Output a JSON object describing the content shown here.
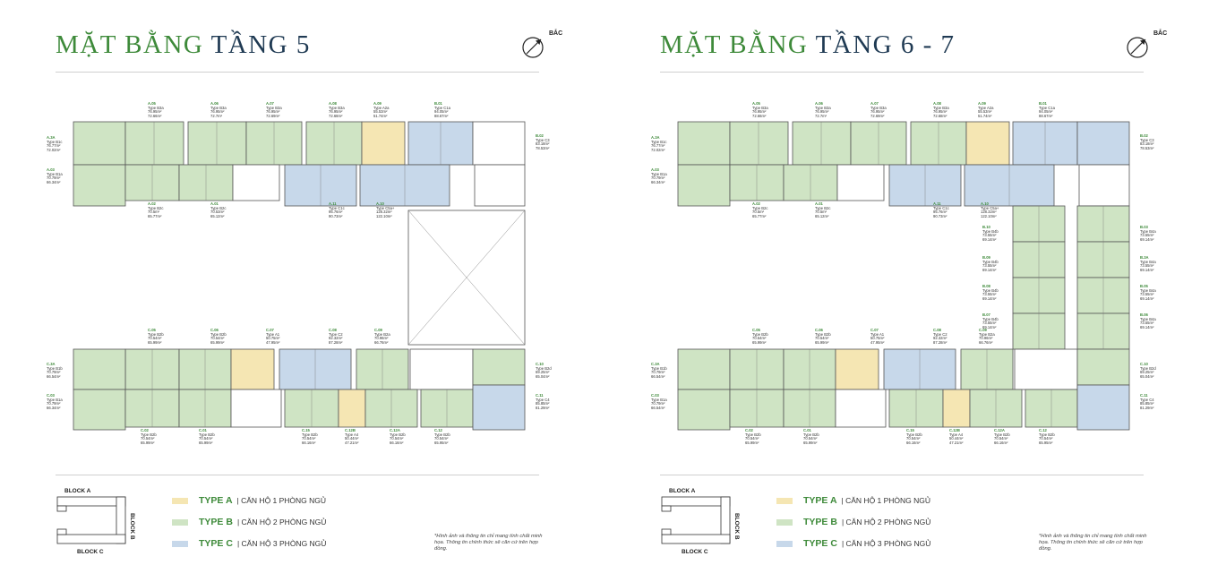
{
  "panels": [
    {
      "title_green": "MẶT BẰNG ",
      "title_dark": "TẦNG 5",
      "compass_label": "BẮC",
      "units": [
        {
          "code": "A.05",
          "lines": [
            "Type B3a",
            "76.95m²",
            "72.66m²"
          ]
        },
        {
          "code": "A.06",
          "lines": [
            "Type B3a",
            "76.95m²",
            "72.7m²"
          ]
        },
        {
          "code": "A.07",
          "lines": [
            "Type B3a",
            "76.95m²",
            "72.69m²"
          ]
        },
        {
          "code": "A.08",
          "lines": [
            "Type B3a",
            "76.95m²",
            "72.68m²"
          ]
        },
        {
          "code": "A.09",
          "lines": [
            "Type A2a",
            "55.53m²",
            "51.74m²"
          ]
        },
        {
          "code": "B.01",
          "lines": [
            "Type C1a",
            "94.05m²",
            "88.67m²"
          ]
        },
        {
          "code": "B.02",
          "lines": [
            "Type C3",
            "83.18m²",
            "78.53m²"
          ]
        },
        {
          "code": "A.3A",
          "lines": [
            "Type B1c",
            "76.77m²",
            "72.02m²"
          ]
        },
        {
          "code": "A.03",
          "lines": [
            "Type B1a",
            "70.79m²",
            "66.34m²"
          ]
        },
        {
          "code": "A.02",
          "lines": [
            "Type B2c",
            "70.5m²",
            "65.77m²"
          ]
        },
        {
          "code": "A.01",
          "lines": [
            "Type B2c",
            "70.53m²",
            "65.12m²"
          ]
        },
        {
          "code": "A.11",
          "lines": [
            "Type C1c",
            "95.76m²",
            "90.73m²"
          ]
        },
        {
          "code": "A.10",
          "lines": [
            "Type C5a+",
            "128.32m²",
            "122.10m²"
          ]
        },
        {
          "code": "C.05",
          "lines": [
            "Type B2b",
            "70.54m²",
            "65.99m²"
          ]
        },
        {
          "code": "C.06",
          "lines": [
            "Type B2b",
            "70.54m²",
            "65.99m²"
          ]
        },
        {
          "code": "C.07",
          "lines": [
            "Type A1",
            "50.75m²",
            "47.95m²"
          ]
        },
        {
          "code": "C.08",
          "lines": [
            "Type C2",
            "92.32m²",
            "87.28m²"
          ]
        },
        {
          "code": "C.09",
          "lines": [
            "Type B2a",
            "70.96m²",
            "66.76m²"
          ]
        },
        {
          "code": "C.3A",
          "lines": [
            "Type B1b",
            "70.79m²",
            "66.54m²"
          ]
        },
        {
          "code": "C.03",
          "lines": [
            "Type B1a",
            "70.79m²",
            "66.34m²"
          ]
        },
        {
          "code": "C.10",
          "lines": [
            "Type B2d",
            "69.25m²",
            "65.04m²"
          ]
        },
        {
          "code": "C.11",
          "lines": [
            "Type C4",
            "85.85m²",
            "81.29m²"
          ]
        },
        {
          "code": "C.02",
          "lines": [
            "Type B2b",
            "70.54m²",
            "65.99m²"
          ]
        },
        {
          "code": "C.01",
          "lines": [
            "Type B2b",
            "70.54m²",
            "65.99m²"
          ]
        },
        {
          "code": "C.15",
          "lines": [
            "Type B2b",
            "70.54m²",
            "66.16m²"
          ]
        },
        {
          "code": "C.12B",
          "lines": [
            "Type A4",
            "50.44m²",
            "47.21m²"
          ]
        },
        {
          "code": "C.12A",
          "lines": [
            "Type B2b",
            "70.54m²",
            "66.16m²"
          ]
        },
        {
          "code": "C.12",
          "lines": [
            "Type B2b",
            "70.54m²",
            "65.95m²"
          ]
        }
      ],
      "legend": {
        "block_a": "BLOCK A",
        "block_b": "BLOCK B",
        "block_c": "BLOCK C",
        "rows": [
          {
            "type": "TYPE A",
            "desc": "| CĂN HỘ 1 PHÒNG NGỦ",
            "color": "#f5e6b3"
          },
          {
            "type": "TYPE B",
            "desc": "| CĂN HỘ 2 PHÒNG NGỦ",
            "color": "#cfe4c4"
          },
          {
            "type": "TYPE C",
            "desc": "| CĂN HỘ 3 PHÒNG NGỦ",
            "color": "#c7d8ea"
          }
        ],
        "note": "*Hình ảnh và thông tin chỉ mang tính chất minh họa. Thông tin chính thức sẽ căn cứ trên hợp đồng."
      }
    },
    {
      "title_green": "MẶT BẰNG ",
      "title_dark": "TẦNG 6 - 7",
      "compass_label": "BẮC",
      "units": [
        {
          "code": "A.05",
          "lines": [
            "Type B3a",
            "76.95m²",
            "72.66m²"
          ]
        },
        {
          "code": "A.06",
          "lines": [
            "Type B3a",
            "76.95m²",
            "72.7m²"
          ]
        },
        {
          "code": "A.07",
          "lines": [
            "Type B3a",
            "76.95m²",
            "72.69m²"
          ]
        },
        {
          "code": "A.08",
          "lines": [
            "Type B3a",
            "76.95m²",
            "72.68m²"
          ]
        },
        {
          "code": "A.09",
          "lines": [
            "Type A2a",
            "55.53m²",
            "51.74m²"
          ]
        },
        {
          "code": "B.01",
          "lines": [
            "Type C1a",
            "94.05m²",
            "88.67m²"
          ]
        },
        {
          "code": "B.02",
          "lines": [
            "Type C3",
            "83.18m²",
            "78.53m²"
          ]
        },
        {
          "code": "A.3A",
          "lines": [
            "Type B1c",
            "76.77m²",
            "72.02m²"
          ]
        },
        {
          "code": "A.03",
          "lines": [
            "Type B1a",
            "70.79m²",
            "66.34m²"
          ]
        },
        {
          "code": "A.02",
          "lines": [
            "Type B2c",
            "70.5m²",
            "65.77m²"
          ]
        },
        {
          "code": "A.01",
          "lines": [
            "Type B2c",
            "70.5m²",
            "65.12m²"
          ]
        },
        {
          "code": "A.11",
          "lines": [
            "Type C1c",
            "95.76m²",
            "90.73m²"
          ]
        },
        {
          "code": "A.10",
          "lines": [
            "Type C5a+",
            "128.32m²",
            "122.10m²"
          ]
        },
        {
          "code": "B.10",
          "lines": [
            "Type B4b",
            "73.55m²",
            "69.14m²"
          ]
        },
        {
          "code": "B.09",
          "lines": [
            "Type B4b",
            "73.55m²",
            "69.14m²"
          ]
        },
        {
          "code": "B.08",
          "lines": [
            "Type B4b",
            "73.55m²",
            "69.14m²"
          ]
        },
        {
          "code": "B.07",
          "lines": [
            "Type B4b",
            "73.55m²",
            "69.14m²"
          ]
        },
        {
          "code": "B.03",
          "lines": [
            "Type B4a",
            "73.55m²",
            "69.14m²"
          ]
        },
        {
          "code": "B.3A",
          "lines": [
            "Type B4a",
            "73.55m²",
            "69.14m²"
          ]
        },
        {
          "code": "B.05",
          "lines": [
            "Type B4a",
            "73.55m²",
            "69.14m²"
          ]
        },
        {
          "code": "B.06",
          "lines": [
            "Type B4a",
            "73.55m²",
            "69.14m²"
          ]
        },
        {
          "code": "C.05",
          "lines": [
            "Type B2b",
            "70.54m²",
            "65.99m²"
          ]
        },
        {
          "code": "C.06",
          "lines": [
            "Type B2b",
            "70.54m²",
            "65.99m²"
          ]
        },
        {
          "code": "C.07",
          "lines": [
            "Type A1",
            "50.75m²",
            "47.95m²"
          ]
        },
        {
          "code": "C.08",
          "lines": [
            "Type C2",
            "92.32m²",
            "87.28m²"
          ]
        },
        {
          "code": "C.09",
          "lines": [
            "Type B2a",
            "70.96m²",
            "66.76m²"
          ]
        },
        {
          "code": "C.3A",
          "lines": [
            "Type B1b",
            "70.79m²",
            "66.54m²"
          ]
        },
        {
          "code": "C.03",
          "lines": [
            "Type B1a",
            "70.79m²",
            "66.54m²"
          ]
        },
        {
          "code": "C.10",
          "lines": [
            "Type B2d",
            "69.25m²",
            "65.04m²"
          ]
        },
        {
          "code": "C.11",
          "lines": [
            "Type C4",
            "85.85m²",
            "81.29m²"
          ]
        },
        {
          "code": "C.02",
          "lines": [
            "Type B2b",
            "70.54m²",
            "65.99m²"
          ]
        },
        {
          "code": "C.01",
          "lines": [
            "Type B2b",
            "70.54m²",
            "65.99m²"
          ]
        },
        {
          "code": "C.15",
          "lines": [
            "Type B2b",
            "70.54m²",
            "66.16m²"
          ]
        },
        {
          "code": "C.12B",
          "lines": [
            "Type A4",
            "50.44m²",
            "47.21m²"
          ]
        },
        {
          "code": "C.12A",
          "lines": [
            "Type B2b",
            "70.54m²",
            "66.16m²"
          ]
        },
        {
          "code": "C.12",
          "lines": [
            "Type B2b",
            "70.54m²",
            "65.95m²"
          ]
        }
      ],
      "legend": {
        "block_a": "BLOCK A",
        "block_b": "BLOCK B",
        "block_c": "BLOCK C",
        "rows": [
          {
            "type": "TYPE A",
            "desc": "| CĂN HỘ 1 PHÒNG NGỦ",
            "color": "#f5e6b3"
          },
          {
            "type": "TYPE B",
            "desc": "| CĂN HỘ 2 PHÒNG NGỦ",
            "color": "#cfe4c4"
          },
          {
            "type": "TYPE C",
            "desc": "| CĂN HỘ 3 PHÒNG NGỦ",
            "color": "#c7d8ea"
          }
        ],
        "note": "*Hình ảnh và thông tin chỉ mang tính chất minh họa. Thông tin chính thức sẽ căn cứ trên hợp đồng."
      }
    }
  ]
}
